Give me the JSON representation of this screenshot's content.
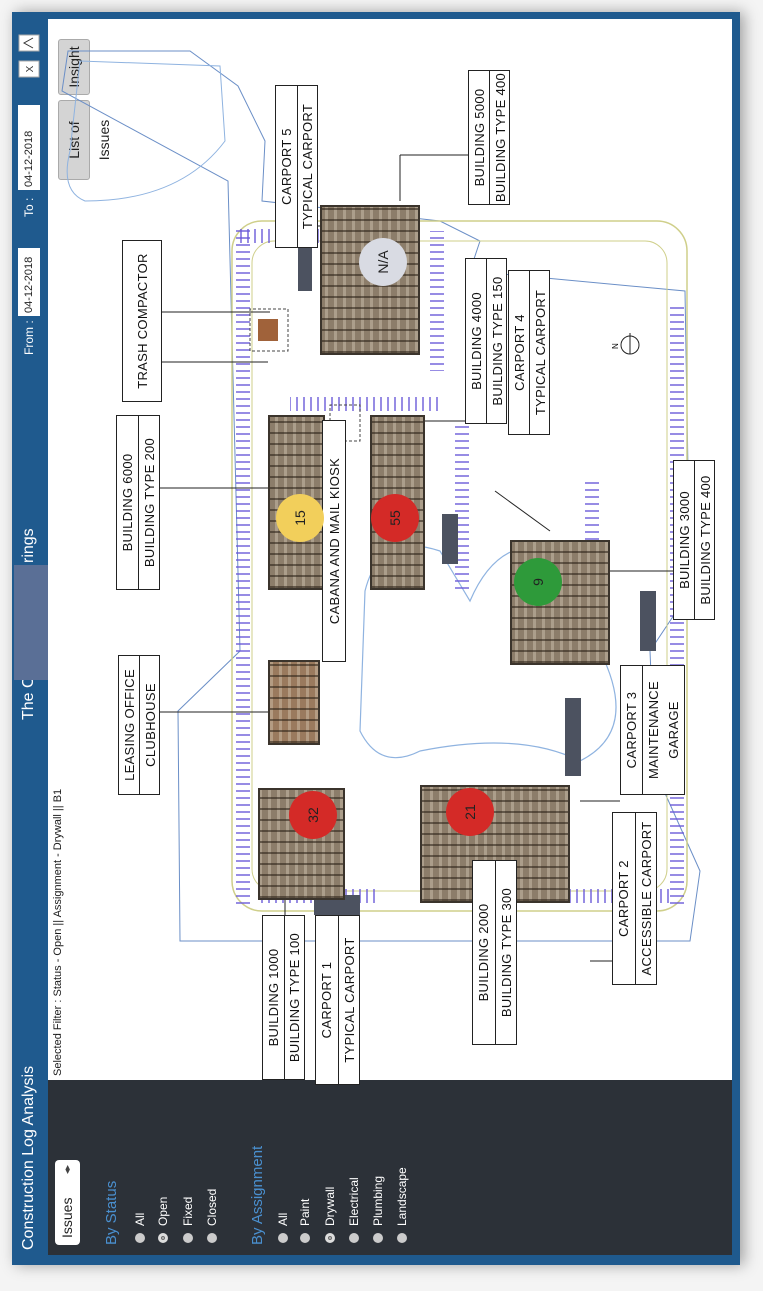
{
  "header": {
    "title": "Construction Log Analysis",
    "site_name_start": "The C",
    "site_name_end": "rings",
    "from_label": "From :",
    "from_value": "04-12-2018",
    "to_label": "To :",
    "to_value": "04-12-2018",
    "icons": [
      "excel-export-icon",
      "pdf-export-icon"
    ]
  },
  "toolbar": {
    "list_button": "List of Issues",
    "insight_button": "Insight"
  },
  "filter_text": "Selected Filter : Status - Open || Assignment - Drywall || B1",
  "sidebar": {
    "select_value": "Issues",
    "status_heading": "By Status",
    "status_options": [
      {
        "label": "All",
        "selected": false
      },
      {
        "label": "Open",
        "selected": true
      },
      {
        "label": "Fixed",
        "selected": false
      },
      {
        "label": "Closed",
        "selected": false
      }
    ],
    "assignment_heading": "By Assignment",
    "assignment_options": [
      {
        "label": "All",
        "selected": false
      },
      {
        "label": "Paint",
        "selected": false
      },
      {
        "label": "Drywall",
        "selected": true
      },
      {
        "label": "Electrical",
        "selected": false
      },
      {
        "label": "Plumbing",
        "selected": false
      },
      {
        "label": "Landscape",
        "selected": false
      }
    ]
  },
  "map": {
    "labels": {
      "leasing": [
        "LEASING OFFICE",
        "CLUBHOUSE"
      ],
      "b6000": [
        "BUILDING 6000",
        "BUILDING TYPE 200"
      ],
      "trash": [
        "TRASH COMPACTOR"
      ],
      "carport5": [
        "CARPORT 5",
        "TYPICAL CARPORT"
      ],
      "b5000": [
        "BUILDING 5000",
        "BUILDING TYPE 400"
      ],
      "b4000": [
        "BUILDING 4000",
        "BUILDING TYPE 150"
      ],
      "carport4": [
        "CARPORT 4",
        "TYPICAL CARPORT"
      ],
      "cabana": [
        "CABANA AND MAIL KIOSK"
      ],
      "b3000": [
        "BUILDING 3000",
        "BUILDING TYPE 400"
      ],
      "carport3": [
        "CARPORT 3",
        "MAINTENANCE",
        "GARAGE"
      ],
      "carport2": [
        "CARPORT 2",
        "ACCESSIBLE CARPORT"
      ],
      "b2000": [
        "BUILDING 2000",
        "BUILDING TYPE 300"
      ],
      "carport1": [
        "CARPORT 1",
        "TYPICAL CARPORT"
      ],
      "b1000": [
        "BUILDING 1000",
        "BUILDING TYPE 100"
      ]
    },
    "markers": {
      "b6000": {
        "count": "15",
        "color": "#f2cf5b"
      },
      "b4000": {
        "count": "55",
        "color": "#d42a27"
      },
      "b3000": {
        "count": "9",
        "color": "#2e9a3a"
      },
      "b5000": {
        "count": "N/A",
        "color": "#d9dbe3"
      },
      "b1000": {
        "count": "32",
        "color": "#d42a27"
      },
      "b2000": {
        "count": "21",
        "color": "#d42a27"
      }
    }
  }
}
